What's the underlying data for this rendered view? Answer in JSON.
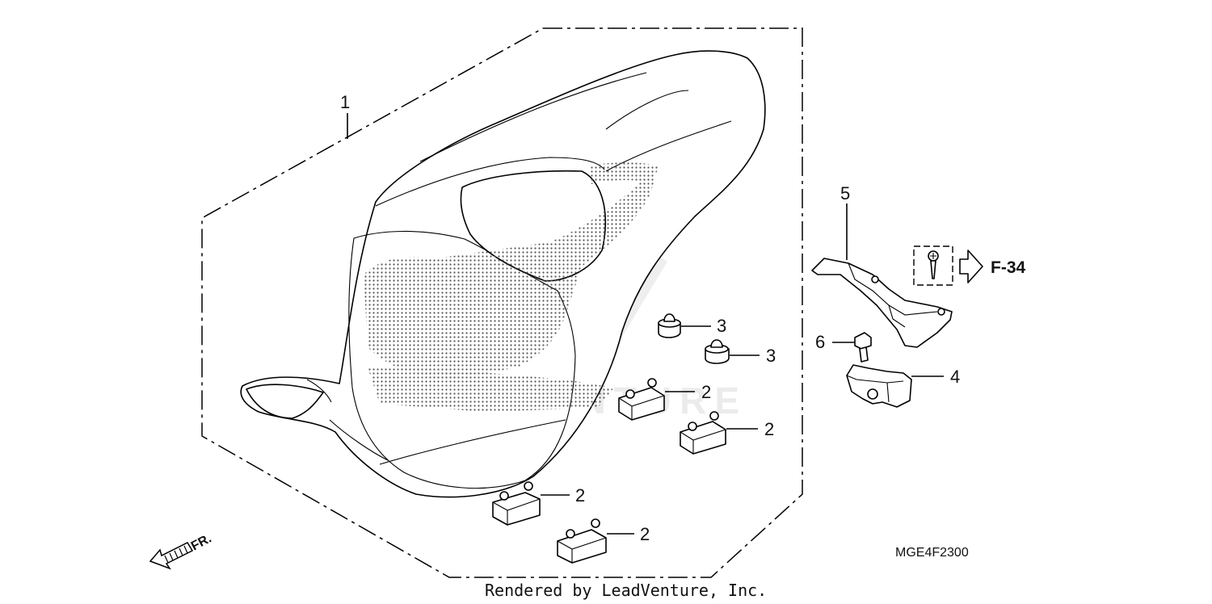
{
  "diagram": {
    "watermark": "LEADVENTURE",
    "callouts": {
      "p1": "1",
      "p2a": "2",
      "p2b": "2",
      "p2c": "2",
      "p2d": "2",
      "p3a": "3",
      "p3b": "3",
      "p4": "4",
      "p5": "5",
      "p6": "6"
    },
    "reference": "F-34",
    "direction_label": "FR.",
    "diagram_code": "MGE4F2300",
    "footer": "Rendered by LeadVenture, Inc."
  }
}
